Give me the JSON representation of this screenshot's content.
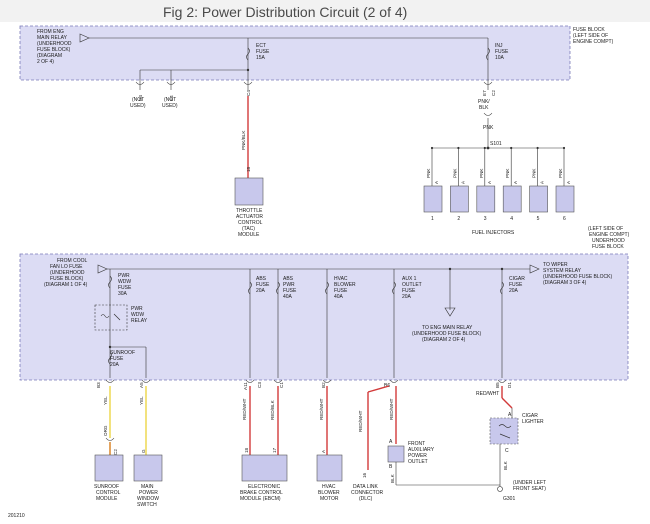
{
  "header": {
    "title": "Fig 2: Power Distribution Circuit (2 of 4)"
  },
  "colors": {
    "panel_fill": "#dcdcf4",
    "panel_border": "#7a7ab8",
    "component_fill": "#c8c8ec",
    "wire_red": "#d23a3a",
    "wire_yellow": "#ecd646"
  },
  "top_block": {
    "label": [
      "FUSE BLOCK",
      "(LEFT SIDE OF",
      "ENGINE COMPT)"
    ],
    "input": [
      "FROM ENG",
      "MAIN RELAY",
      "(UNDERHOOD",
      "FUSE BLOCK)",
      "(DIAGRAM",
      "2 OF 4)"
    ],
    "fuses": [
      {
        "lines": [
          "ECT",
          "FUSE",
          "15A"
        ]
      },
      {
        "lines": [
          "INJ",
          "FUSE",
          "10A"
        ]
      }
    ],
    "pins": [
      {
        "pin": "D4",
        "note": [
          "(NOT",
          "USED)"
        ]
      },
      {
        "pin": "E4",
        "note": [
          "(NOT",
          "USED)"
        ]
      },
      {
        "pin": "C4",
        "note": []
      },
      {
        "pin": "E7",
        "note": []
      },
      {
        "pin": "C2",
        "note": []
      }
    ]
  },
  "tac_module": {
    "wire": "PNK/BLK",
    "pin": "18",
    "name": [
      "THROTTLE",
      "ACTUATOR",
      "CONTROL",
      "(TAC)",
      "MODULE"
    ]
  },
  "injector_feed": {
    "wire": [
      "PNK/",
      "BLK"
    ],
    "wire2": "PNK",
    "splice": "S101",
    "pin": "A",
    "wire_label": "PNK",
    "numbers": [
      "1",
      "2",
      "3",
      "4",
      "5",
      "6"
    ],
    "name": "FUEL INJECTORS"
  },
  "bottom_block": {
    "label": [
      "(LEFT SIDE OF",
      "ENGINE COMPT)",
      "UNDERHOOD",
      "FUSE BLOCK"
    ],
    "input": [
      "FROM COOL",
      "FAN LO FUSE",
      "(UNDERHOOD",
      "FUSE BLOCK)",
      "(DIAGRAM 1 OF 4)"
    ],
    "output_right": [
      "TO WIPER",
      "SYSTEM RELAY",
      "(UNDERHOOD FUSE BLOCK)",
      "(DIAGRAM 3 OF 4)"
    ],
    "output_mid": [
      "TO ENG MAIN RELAY",
      "(UNDERHOOD FUSE BLOCK)",
      "(DIAGRAM 2 OF 4)"
    ],
    "pwr_fuse": [
      "PWR",
      "WDW",
      "FUSE",
      "30A"
    ],
    "pwr_relay": [
      "PWR",
      "WDW",
      "RELAY"
    ],
    "sunroof_fuse": [
      "SUNROOF",
      "FUSE",
      "20A"
    ],
    "fuses": [
      {
        "lines": [
          "ABS",
          "FUSE",
          "20A"
        ]
      },
      {
        "lines": [
          "ABS",
          "PWR",
          "FUSE",
          "40A"
        ]
      },
      {
        "lines": [
          "HVAC",
          "BLOWER",
          "FUSE",
          "40A"
        ]
      },
      {
        "lines": [
          "AUX 1",
          "OUTLET",
          "FUSE",
          "20A"
        ]
      },
      {
        "lines": [
          "CIGAR",
          "FUSE",
          "20A"
        ]
      }
    ],
    "pins": [
      "B3",
      "A5",
      "A11",
      "C3",
      "C1",
      "B2",
      "B6",
      "B5",
      "D1"
    ]
  },
  "loads": [
    {
      "wire": "YEL",
      "wire2": "ORG",
      "pin_a": "C2",
      "pin": "",
      "name": [
        "SUNROOF",
        "CONTROL",
        "MODULE"
      ]
    },
    {
      "wire": "YEL",
      "wire2": "",
      "pin_a": "",
      "pin": "G",
      "name": [
        "MAIN",
        "POWER",
        "WINDOW",
        "SWITCH"
      ]
    },
    {
      "wire": "RED/WHT",
      "wire2": "RED/BLK",
      "pin_a": "18",
      "pin": "17",
      "name": [
        "ELECTRONIC",
        "BRAKE CONTROL",
        "MODULE (EBCM)"
      ]
    },
    {
      "wire": "RED/WHT",
      "wire2": "",
      "pin_a": "",
      "pin": "A",
      "name": [
        "HVAC",
        "BLOWER",
        "MOTOR"
      ]
    },
    {
      "wire": "RED/WHT",
      "wire2": "",
      "pin_a": "16",
      "pin": "",
      "name": [
        "DATA LINK",
        "CONNECTOR",
        "(DLC)"
      ]
    },
    {
      "wire": "RED/WHT",
      "wire2": "BLK",
      "pin_a": "A",
      "pin": "B",
      "name": [
        "FRONT",
        "AUXILIARY",
        "POWER",
        "OUTLET"
      ]
    },
    {
      "wire": "RED/WHT",
      "wire2": "BLK",
      "pin_a": "A",
      "pin": "C",
      "name": [
        "CIGAR",
        "LIGHTER"
      ]
    }
  ],
  "ground": {
    "name": [
      "(UNDER LEFT",
      "FRONT SEAT)"
    ],
    "id": "G301"
  },
  "footer": {
    "code": "201210"
  }
}
